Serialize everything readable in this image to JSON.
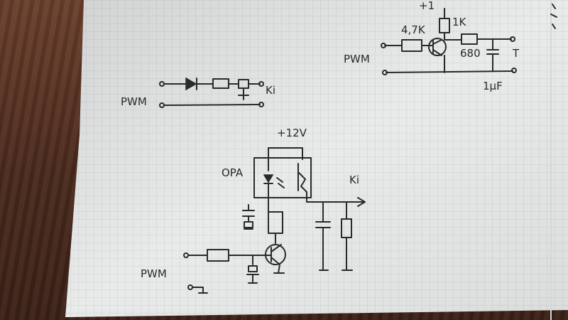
{
  "colors": {
    "paper": "#e9eaea",
    "grid": "#c9ccd2",
    "ink": "#2a2a2a",
    "desk": "#5a3424"
  },
  "top_right_circuit": {
    "supply_label": "+1",
    "resistor_base": "4,7K",
    "resistor_collector": "1K",
    "resistor_output": "680",
    "input_label": "PWM",
    "capacitor_label": "1μF",
    "output_label": "T"
  },
  "top_left_circuit": {
    "input_label": "PWM",
    "output_label": "Ki"
  },
  "bottom_circuit": {
    "supply_label": "+12V",
    "optocoupler_label": "OPA",
    "output_label": "Ki",
    "input_label": "PWM",
    "ground_symbol": "⊥"
  }
}
